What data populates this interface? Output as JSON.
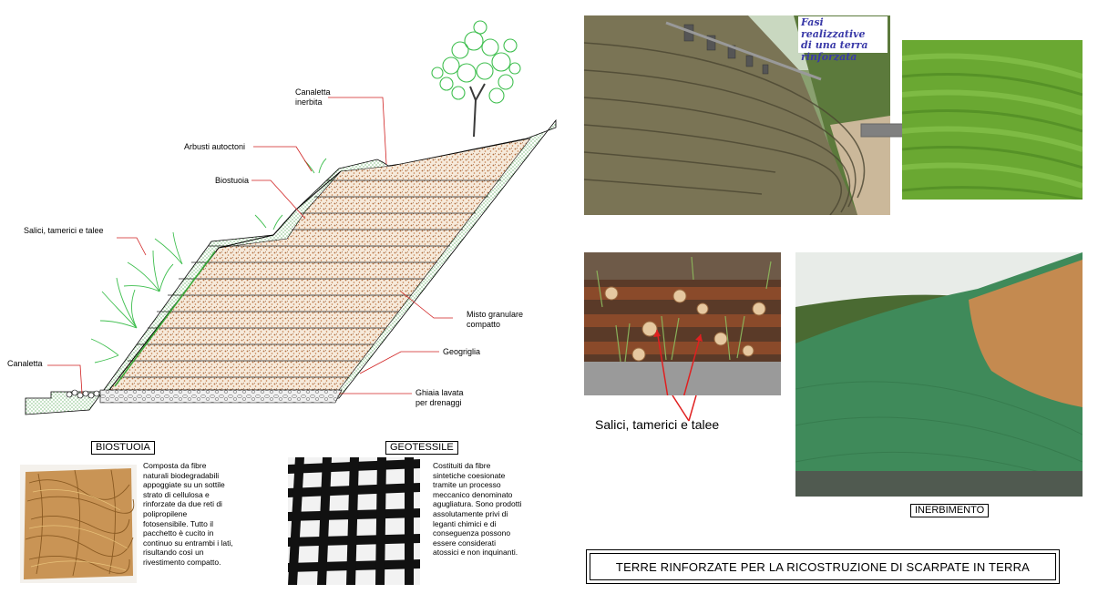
{
  "diagram": {
    "labels": {
      "canaletta_inerbita": [
        "Canaletta",
        "inerbita"
      ],
      "arbusti": "Arbusti autoctoni",
      "biostuoia": "Biostuoia",
      "salici": "Salici, tamerici e talee",
      "misto": [
        "Misto granulare",
        "compatto"
      ],
      "geogriglia": "Geogriglia",
      "canaletta": "Canaletta",
      "ghiaia": [
        "Ghiaia lavata",
        "per drenaggi"
      ]
    }
  },
  "biostuoia": {
    "heading": "BIOSTUOIA",
    "description_lines": [
      "Composta da fibre",
      "naturali biodegradabili",
      "appoggiate su un sottile",
      "strato di cellulosa e",
      "rinforzate da due reti di",
      "polipropilene",
      "fotosensibile. Tutto il",
      "pacchetto è cucito in",
      "continuo su entrambi i lati,",
      "risultando così un",
      "rivestimento compatto."
    ]
  },
  "geotessile": {
    "heading": "GEOTESSILE",
    "description_lines": [
      "Costituiti da fibre",
      "sintetiche coesionate",
      "tramite un processo",
      "meccanico denominato",
      "agugliatura. Sono prodotti",
      "assolutamente privi di",
      "leganti chimici e di",
      "conseguenza possono",
      "essere considerati",
      "atossici e non inquinanti."
    ]
  },
  "photos": {
    "fasi_caption": [
      "Fasi realizzative",
      "di una terra",
      "rinforzata"
    ],
    "salici_caption": "Salici, tamerici e talee",
    "inerbimento_label": "INERBIMENTO"
  },
  "title": "TERRE RINFORZATE PER LA RICOSTRUZIONE DI SCARPATE IN TERRA",
  "colors": {
    "fill_soil": "#c98a5a",
    "grass_dots": "#4aa04a",
    "leader_red": "#d02020",
    "tree_green": "#3fbf4f",
    "arrow_gray": "#808080",
    "caption_blue": "#3a3aa8"
  },
  "icons": {
    "arrow": "right-arrow-icon",
    "tree": "tree-icon"
  }
}
